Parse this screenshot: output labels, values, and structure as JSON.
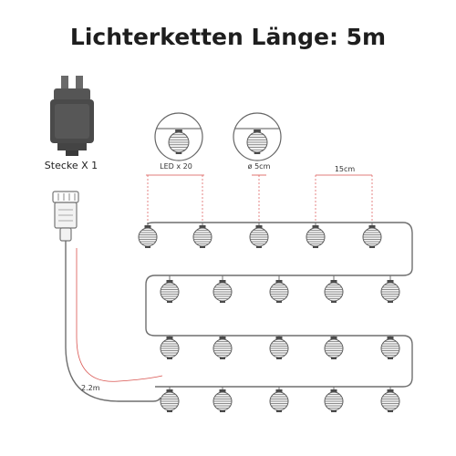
{
  "title": "Lichterketten Länge: 5m",
  "labels": {
    "plug": "Stecke X 1",
    "led_count": "LED x 20",
    "diameter": "ø 5cm",
    "spacing": "15cm",
    "lead_length": "2.2m"
  },
  "lantern_rows": [
    5,
    5,
    5,
    5
  ],
  "colors": {
    "cable": "#6f6f6f",
    "dimension_lines": "#d9534f",
    "plug_body": "#4a4a4a",
    "lantern_fill": "#f4f4f4"
  }
}
